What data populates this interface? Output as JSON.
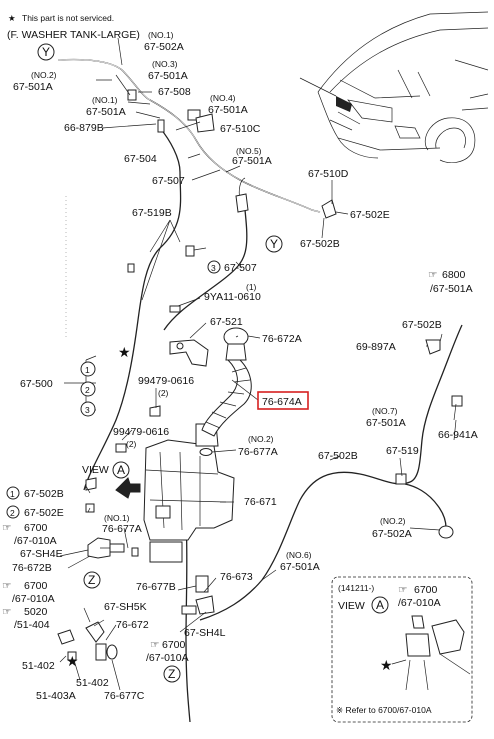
{
  "header": {
    "legend_symbol": "★",
    "legend_text": "This part is not serviced.",
    "title": "(F. WASHER TANK-LARGE)"
  },
  "callouts": [
    {
      "id": "c1",
      "text": "(NO.1)"
    },
    {
      "id": "c2",
      "text": "67-502A"
    },
    {
      "id": "c3",
      "text": "(NO.3)"
    },
    {
      "id": "c4",
      "text": "67-501A"
    },
    {
      "id": "c5",
      "text": "(NO.2)"
    },
    {
      "id": "c6",
      "text": "67-501A"
    },
    {
      "id": "c7",
      "text": "67-508"
    },
    {
      "id": "c8",
      "text": "(NO.1)"
    },
    {
      "id": "c9",
      "text": "67-501A"
    },
    {
      "id": "c10",
      "text": "(NO.4)"
    },
    {
      "id": "c11",
      "text": "67-501A"
    },
    {
      "id": "c12",
      "text": "66-879B"
    },
    {
      "id": "c13",
      "text": "67-510C"
    },
    {
      "id": "c14",
      "text": "(NO.5)"
    },
    {
      "id": "c15",
      "text": "67-504"
    },
    {
      "id": "c16",
      "text": "67-501A"
    },
    {
      "id": "c17",
      "text": "67-507"
    },
    {
      "id": "c18",
      "text": "67-510D"
    },
    {
      "id": "c19",
      "text": "67-519B"
    },
    {
      "id": "c20",
      "text": "67-502E"
    },
    {
      "id": "c21",
      "text": "67-502B"
    },
    {
      "id": "c22",
      "text": "67-507"
    },
    {
      "id": "c23",
      "text": "(1)"
    },
    {
      "id": "c24",
      "text": "9YA11-0610"
    },
    {
      "id": "c25",
      "text": "67-521"
    },
    {
      "id": "c26",
      "text": "76-672A"
    },
    {
      "id": "c27",
      "text": "67-500"
    },
    {
      "id": "c28",
      "text": "99479-0616"
    },
    {
      "id": "c29",
      "text": "(2)"
    },
    {
      "id": "c30",
      "text": "76-674A"
    },
    {
      "id": "c31",
      "text": "99479-0616"
    },
    {
      "id": "c32",
      "text": "(2)"
    },
    {
      "id": "c33",
      "text": "(NO.2)"
    },
    {
      "id": "c34",
      "text": "76-677A"
    },
    {
      "id": "c35",
      "text": "VIEW"
    },
    {
      "id": "c36",
      "text": "67-502B"
    },
    {
      "id": "c37",
      "text": "67-502B"
    },
    {
      "id": "c38",
      "text": "67-502E"
    },
    {
      "id": "c39",
      "text": "76-671"
    },
    {
      "id": "c40",
      "text": "(NO.1)"
    },
    {
      "id": "c41",
      "text": "76-677A"
    },
    {
      "id": "c42",
      "text": "6700"
    },
    {
      "id": "c43",
      "text": "/67-010A"
    },
    {
      "id": "c44",
      "text": "67-SH4E"
    },
    {
      "id": "c45",
      "text": "76-672B"
    },
    {
      "id": "c46",
      "text": "76-677B"
    },
    {
      "id": "c47",
      "text": "76-673"
    },
    {
      "id": "c48",
      "text": "(NO.6)"
    },
    {
      "id": "c49",
      "text": "67-501A"
    },
    {
      "id": "c50",
      "text": "6700"
    },
    {
      "id": "c51",
      "text": "/67-010A"
    },
    {
      "id": "c52",
      "text": "5020"
    },
    {
      "id": "c53",
      "text": "/51-404"
    },
    {
      "id": "c54",
      "text": "67-SH5K"
    },
    {
      "id": "c55",
      "text": "76-672"
    },
    {
      "id": "c56",
      "text": "67-SH4L"
    },
    {
      "id": "c57",
      "text": "6700"
    },
    {
      "id": "c58",
      "text": "/67-010A"
    },
    {
      "id": "c59",
      "text": "51-402"
    },
    {
      "id": "c60",
      "text": "51-402"
    },
    {
      "id": "c61",
      "text": "51-403A"
    },
    {
      "id": "c62",
      "text": "76-677C"
    },
    {
      "id": "c63",
      "text": "6800"
    },
    {
      "id": "c64",
      "text": "/67-501A"
    },
    {
      "id": "c65",
      "text": "67-502B"
    },
    {
      "id": "c66",
      "text": "69-897A"
    },
    {
      "id": "c67",
      "text": "(NO.7)"
    },
    {
      "id": "c68",
      "text": "67-501A"
    },
    {
      "id": "c69",
      "text": "66-941A"
    },
    {
      "id": "c70",
      "text": "67-519"
    },
    {
      "id": "c71",
      "text": "(NO.2)"
    },
    {
      "id": "c72",
      "text": "67-502A"
    }
  ],
  "circled_markers": [
    {
      "id": "m1",
      "text": "Y"
    },
    {
      "id": "m2",
      "text": "Y"
    },
    {
      "id": "m3",
      "text": "3"
    },
    {
      "id": "m4",
      "text": "1"
    },
    {
      "id": "m5",
      "text": "2"
    },
    {
      "id": "m6",
      "text": "3"
    },
    {
      "id": "m7",
      "text": "A"
    },
    {
      "id": "m8",
      "text": "1"
    },
    {
      "id": "m9",
      "text": "2"
    },
    {
      "id": "m10",
      "text": "Z"
    },
    {
      "id": "m11",
      "text": "Z"
    },
    {
      "id": "m12",
      "text": "A"
    }
  ],
  "highlighted_part": "76-674A",
  "inset": {
    "date": "(141211-)",
    "ref_icon": "☞",
    "ref_num": "6700",
    "ref_sub": "/67-010A",
    "view_label": "VIEW",
    "view_marker": "A",
    "footnote": "※ Refer to 6700/67-010A"
  },
  "colors": {
    "highlight": "#d62020",
    "ink": "#222222"
  }
}
